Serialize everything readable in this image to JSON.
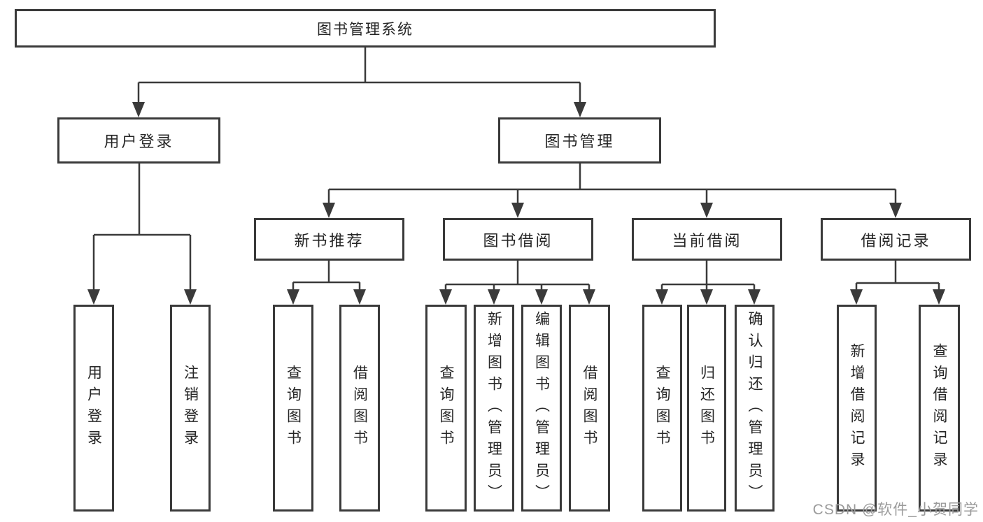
{
  "diagram": {
    "root": "图书管理系统",
    "branches": [
      {
        "label": "用户登录",
        "children": [
          "用户登录",
          "注销登录"
        ]
      },
      {
        "label": "图书管理",
        "sections": [
          {
            "label": "新书推荐",
            "children": [
              "查询图书",
              "借阅图书"
            ]
          },
          {
            "label": "图书借阅",
            "children": [
              "查询图书",
              "新增图书（管理员）",
              "编辑图书（管理员）",
              "借阅图书"
            ]
          },
          {
            "label": "当前借阅",
            "children": [
              "查询图书",
              "归还图书",
              "确认归还（管理员）"
            ]
          },
          {
            "label": "借阅记录",
            "children": [
              "新增借阅记录",
              "查询借阅记录"
            ]
          }
        ]
      }
    ]
  },
  "watermark": "CSDN @软件_小贺同学",
  "colors": {
    "line": "#3a3a3a",
    "border": "#3a3a3a",
    "text": "#262626",
    "watermark": "#9b9b9b",
    "background": "#ffffff"
  }
}
